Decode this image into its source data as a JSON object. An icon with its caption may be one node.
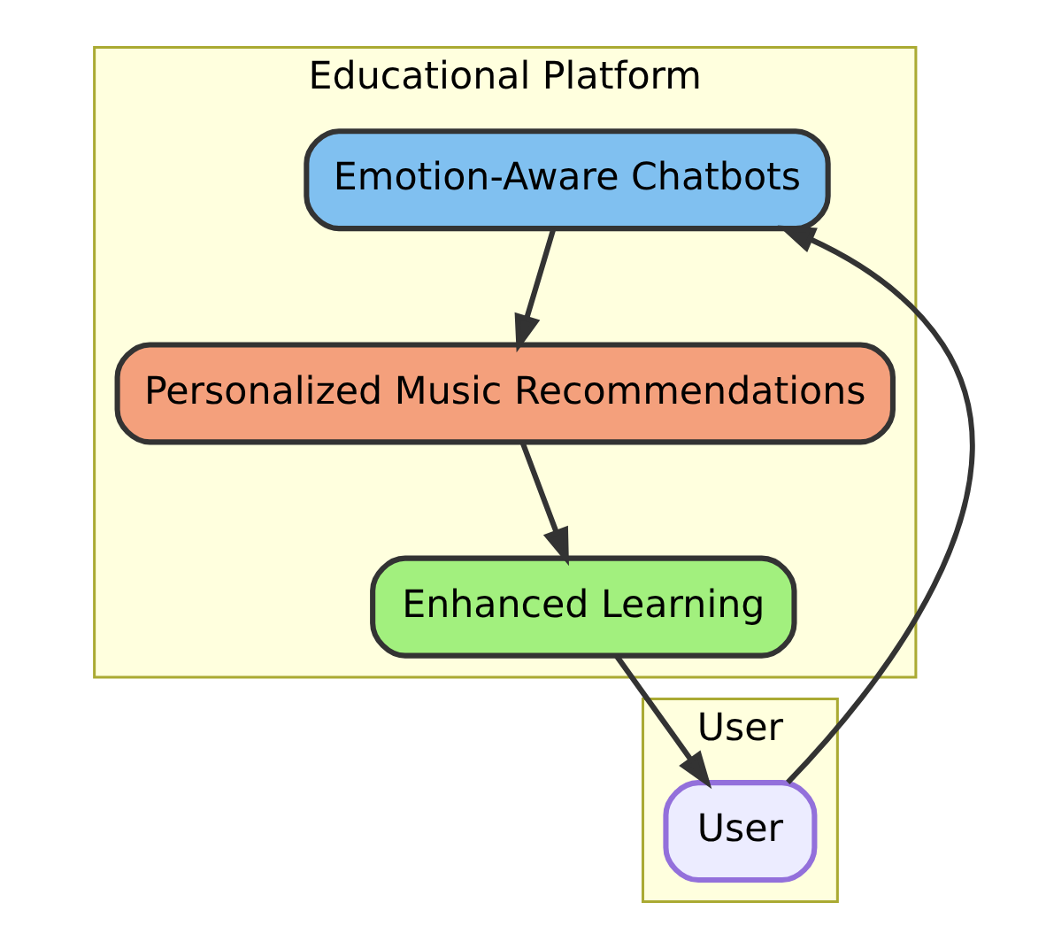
{
  "diagram": {
    "nodes": [
      {
        "text": [
          "Educational Platform"
        ]
      },
      {
        "text": [
          "Emotion-Aware Chatbots"
        ],
        "in": 0
      },
      {
        "text": [
          "Personalized Music Recommendations"
        ],
        "in": 0
      },
      {
        "text": [
          "Enhanced Learning"
        ],
        "in": 0
      },
      {
        "text": [
          "User"
        ]
      },
      {
        "text": [
          "User"
        ],
        "in": 4
      }
    ],
    "edges": [
      {
        "from": 1,
        "to": 2,
        "arrow": "to"
      },
      {
        "from": 2,
        "to": 3,
        "arrow": "to"
      },
      {
        "from": 3,
        "to": 5,
        "arrow": "to"
      },
      {
        "from": 5,
        "to": 1,
        "arrow": "to"
      }
    ]
  }
}
